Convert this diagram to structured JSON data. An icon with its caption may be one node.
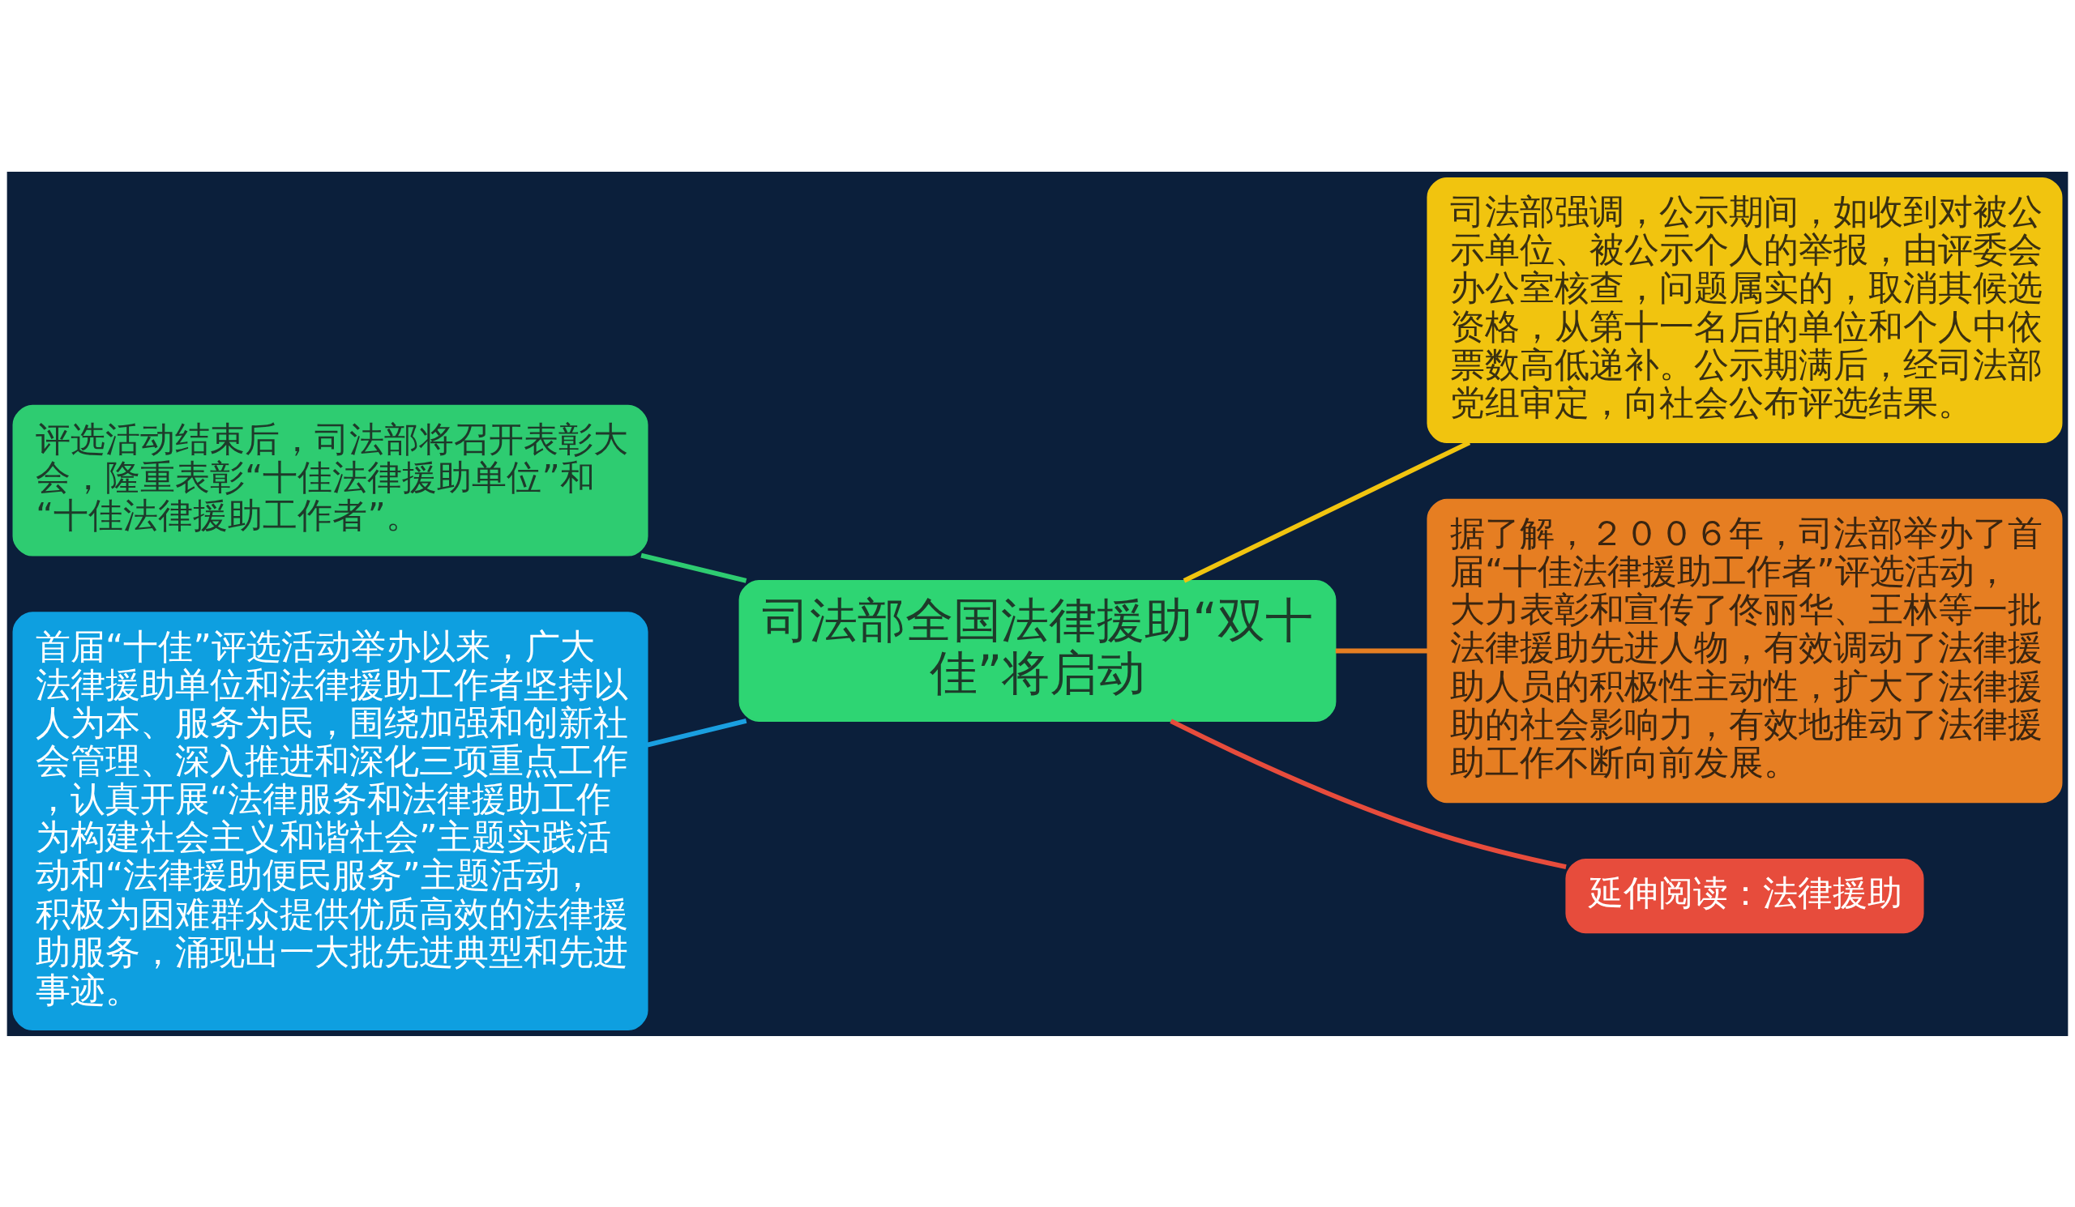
{
  "diagram": {
    "nodes": [
      {
        "text": [
          "评选活动结束后，司法部将召开表彰大会，隆重表彰“十佳法律援助单位”和“十佳法律援助工作者”。"
        ]
      },
      {
        "text": [
          "首届“十佳”评选活动举办以来，广大法律援助单位和法律援助工作者坚持以人为本、服务为民，围绕加强和创新社会管理、深入推进和深化三项重点工作，认真开展“法律服务和法律援助工作为构建社会主义和谐社会”主题实践活动和“法律援助便民服务”主题活动，积极为困难群众提供优质高效的法律援助服务，涌现出一大批先进典型和先进事迹。"
        ]
      },
      {
        "text": [
          "司法部全国法律援助“双十佳”将启动"
        ]
      },
      {
        "text": [
          "司法部强调，公示期间，如收到对被公示单位、被公示个人的举报，由评委会办公室核查，问题属实的，取消其候选资格，从第十一名后的单位和个人中依票数高低递补。公示期满后，经司法部党组审定，向社会公布评选结果。"
        ]
      },
      {
        "text": [
          "据了解，２００６年，司法部举办了首届“十佳法律援助工作者”评选活动，大力表彰和宣传了佟丽华、王林等一批法律援助先进人物，有效调动了法律援助人员的积极性主动性，扩大了法律援助的社会影响力，有效地推动了法律援助工作不断向前发展。"
        ]
      },
      {
        "text": [
          "延伸阅读：法律援助"
        ]
      }
    ],
    "edges": [
      {
        "from": 0,
        "to": 2,
        "arrow": "none",
        "color": "#2ecc71"
      },
      {
        "from": 1,
        "to": 2,
        "arrow": "none",
        "color": "#1a9fe0"
      },
      {
        "from": 2,
        "to": 3,
        "arrow": "none",
        "color": "#f1c40f"
      },
      {
        "from": 2,
        "to": 4,
        "arrow": "none",
        "color": "#e67e22"
      },
      {
        "from": 2,
        "to": 5,
        "arrow": "none",
        "color": "#e74c3c"
      }
    ]
  }
}
